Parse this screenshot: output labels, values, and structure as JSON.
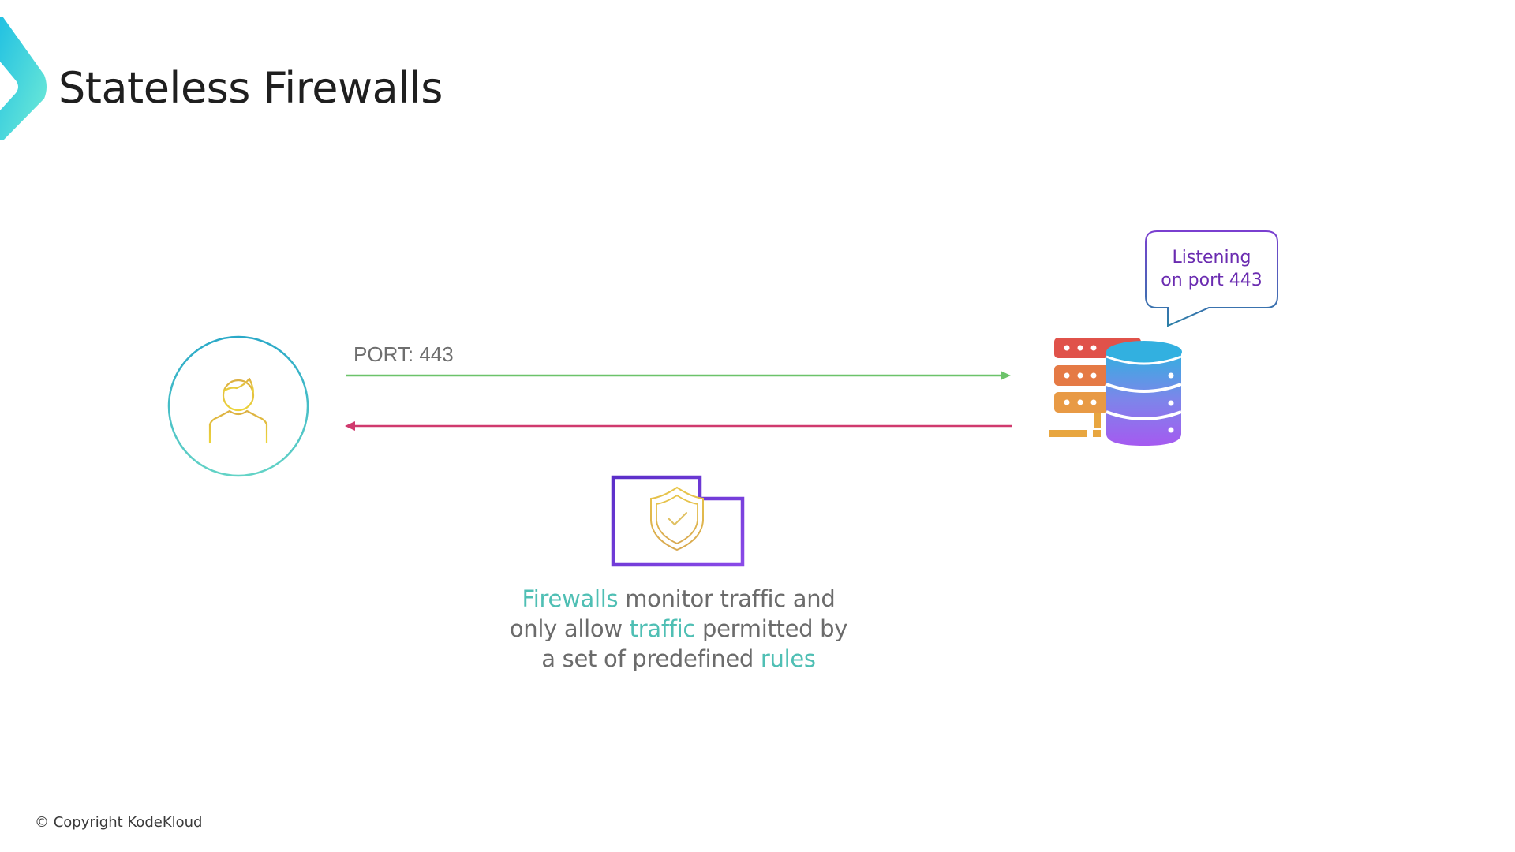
{
  "slide": {
    "title": "Stateless Firewalls",
    "copyright": "© Copyright KodeKloud"
  },
  "diagram": {
    "client": {
      "icon": "user-icon"
    },
    "server": {
      "icon": "server-database-icon"
    },
    "request_arrow": {
      "label": "PORT: 443",
      "direction": "client-to-server",
      "color": "#6cc36a"
    },
    "response_arrow": {
      "direction": "server-to-client",
      "color": "#d03a6e"
    },
    "speech_bubble": {
      "lines": [
        "Listening",
        "on port 443"
      ]
    },
    "firewall": {
      "icon": "firewall-shield-icon"
    },
    "caption": {
      "line1": [
        {
          "text": "Firewalls",
          "highlight": true
        },
        {
          "text": " monitor traffic and",
          "highlight": false
        }
      ],
      "line2": [
        {
          "text": "only allow ",
          "highlight": false
        },
        {
          "text": "traffic",
          "highlight": true
        },
        {
          "text": " permitted by",
          "highlight": false
        }
      ],
      "line3": [
        {
          "text": "a set of predefined ",
          "highlight": false
        },
        {
          "text": "rules",
          "highlight": true
        }
      ]
    }
  },
  "colors": {
    "accent_teal": "#4fbfb4",
    "title_text": "#1f1f1f",
    "bubble_text": "#6a2bb0",
    "firewall_purple": "#6a2fd0",
    "user_gold": "#e2c03c"
  }
}
